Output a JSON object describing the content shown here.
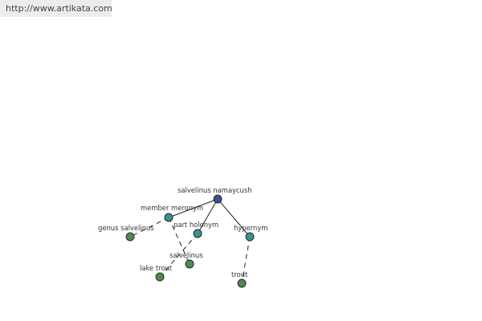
{
  "header": {
    "url_text": "http://www.artikata.com"
  },
  "colors": {
    "root_node": "#3f4f8f",
    "relation_node": "#3e8f8d",
    "leaf_node": "#4f8a4f",
    "edge": "#222222"
  },
  "graph": {
    "nodes": [
      {
        "id": "root",
        "label": "salvelinus namaycush",
        "kind": "root"
      },
      {
        "id": "member_meronym",
        "label": "member meronym",
        "kind": "relation"
      },
      {
        "id": "part_holonym",
        "label": "part holonym",
        "kind": "relation"
      },
      {
        "id": "hypernym",
        "label": "hypernym",
        "kind": "relation"
      },
      {
        "id": "genus_salvelinus",
        "label": "genus salvelinus",
        "kind": "leaf"
      },
      {
        "id": "salvelinus",
        "label": "salvelinus",
        "kind": "leaf"
      },
      {
        "id": "lake_trout",
        "label": "lake trout",
        "kind": "leaf"
      },
      {
        "id": "trout",
        "label": "trout",
        "kind": "leaf"
      }
    ],
    "edges": [
      {
        "from": "root",
        "to": "member_meronym",
        "style": "solid"
      },
      {
        "from": "root",
        "to": "part_holonym",
        "style": "solid"
      },
      {
        "from": "root",
        "to": "hypernym",
        "style": "solid"
      },
      {
        "from": "member_meronym",
        "to": "genus_salvelinus",
        "style": "dashed"
      },
      {
        "from": "member_meronym",
        "to": "salvelinus",
        "style": "dashed"
      },
      {
        "from": "part_holonym",
        "to": "lake_trout",
        "style": "dashed"
      },
      {
        "from": "hypernym",
        "to": "trout",
        "style": "dashed"
      }
    ]
  }
}
